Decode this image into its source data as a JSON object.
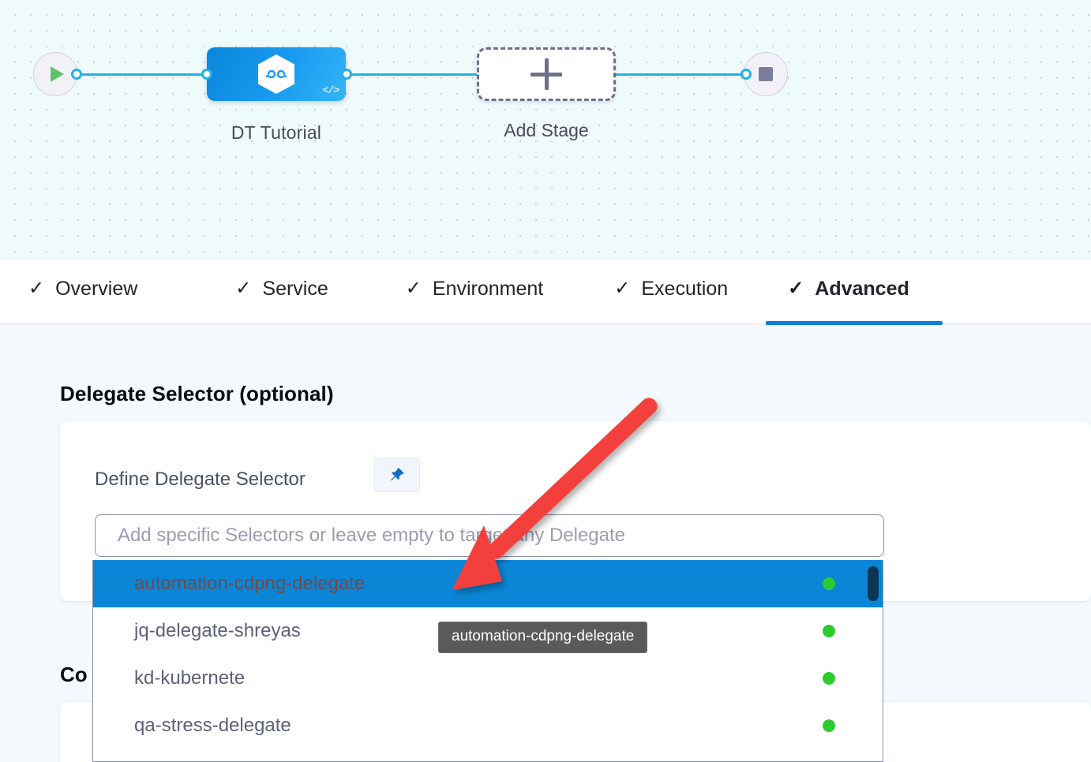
{
  "pipeline": {
    "start_node_icon": "play-icon",
    "end_node_icon": "stop-icon",
    "stage": {
      "label": "DT Tutorial",
      "icon": "harness-hexagon-icon",
      "badge_icon": "code-icon"
    },
    "add_stage": {
      "label": "Add Stage",
      "icon": "plus-icon"
    }
  },
  "tabs": [
    {
      "label": "Overview",
      "check": "✓",
      "active": false
    },
    {
      "label": "Service",
      "check": "✓",
      "active": false
    },
    {
      "label": "Environment",
      "check": "✓",
      "active": false
    },
    {
      "label": "Execution",
      "check": "✓",
      "active": false
    },
    {
      "label": "Advanced",
      "check": "✓",
      "active": true
    }
  ],
  "main": {
    "section_title": "Delegate Selector (optional)",
    "section_title_2": "Co",
    "field_label": "Define Delegate Selector",
    "pin_icon": "pin-icon",
    "selector_input": {
      "value": "",
      "placeholder": "Add specific Selectors or leave empty to target any Delegate"
    }
  },
  "dropdown": {
    "options": [
      {
        "label": "automation-cdpng-delegate",
        "status": "online",
        "selected": true
      },
      {
        "label": "jq-delegate-shreyas",
        "status": "online",
        "selected": false
      },
      {
        "label": "kd-kubernete",
        "status": "online",
        "selected": false
      },
      {
        "label": "qa-stress-delegate",
        "status": "online",
        "selected": false
      }
    ],
    "scrollbar": "vertical-scrollbar"
  },
  "tooltip": {
    "text": "automation-cdpng-delegate"
  },
  "colors": {
    "accent_blue": "#0b7fd4",
    "selected_blue": "#0b86d6",
    "status_green": "#2ecb2e",
    "canvas_bg": "#effafb",
    "body_bg": "#f3f9fc",
    "annotation_red": "#f4413c"
  }
}
